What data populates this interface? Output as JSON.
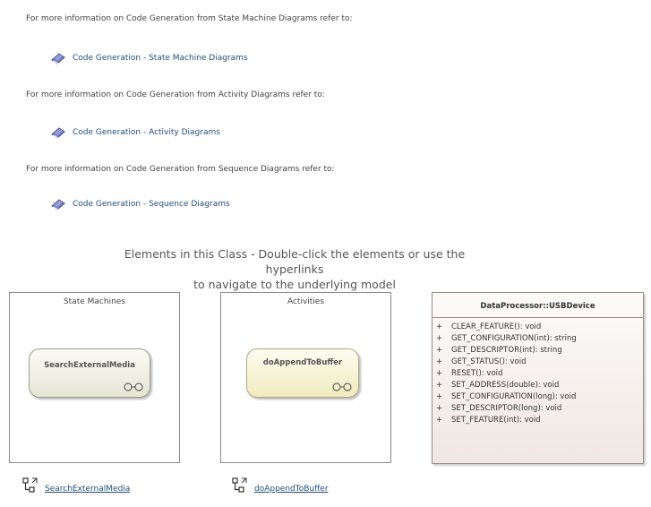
{
  "info_lines": [
    {
      "text": "For more information on Code Generation from State Machine Diagrams refer to:",
      "link": "Code Generation - State Machine Diagrams"
    },
    {
      "text": "For more information on Code Generation from Activity Diagrams refer to:",
      "link": "Code Generation - Activity Diagrams"
    },
    {
      "text": "For more information on Code Generation from Sequence Diagrams refer to:",
      "link": "Code Generation - Sequence Diagrams"
    }
  ],
  "heading": {
    "line1": "Elements in this Class - Double-click the elements or use the hyperlinks",
    "line2": "to navigate to the underlying model"
  },
  "frames": {
    "state_machines": {
      "title": "State Machines",
      "element": "SearchExternalMedia"
    },
    "activities": {
      "title": "Activities",
      "element": "doAppendToBuffer"
    }
  },
  "class_box": {
    "title": "DataProcessor::USBDevice",
    "operations": [
      {
        "vis": "+",
        "sig": "CLEAR_FEATURE(): void"
      },
      {
        "vis": "+",
        "sig": "GET_CONFIGURATION(int): string"
      },
      {
        "vis": "+",
        "sig": "GET_DESCRIPTOR(int): string"
      },
      {
        "vis": "+",
        "sig": "GET_STATUS(): void"
      },
      {
        "vis": "+",
        "sig": "RESET(): void"
      },
      {
        "vis": "+",
        "sig": "SET_ADDRESS(double): void"
      },
      {
        "vis": "+",
        "sig": "SET_CONFIGURATION(long): void"
      },
      {
        "vis": "+",
        "sig": "SET_DESCRIPTOR(long): void"
      },
      {
        "vis": "+",
        "sig": "SET_FEATURE(int): void"
      }
    ]
  },
  "bottom_links": [
    {
      "label": "SearchExternalMedia",
      "icon": "state-machine-link-icon"
    },
    {
      "label": "doAppendToBuffer",
      "icon": "activity-link-icon"
    }
  ],
  "colors": {
    "link": "#1f4e79",
    "state_fill": "#e6e6d6",
    "activity_fill": "#f0ebbf",
    "class_fill": "#f0e7e2"
  }
}
